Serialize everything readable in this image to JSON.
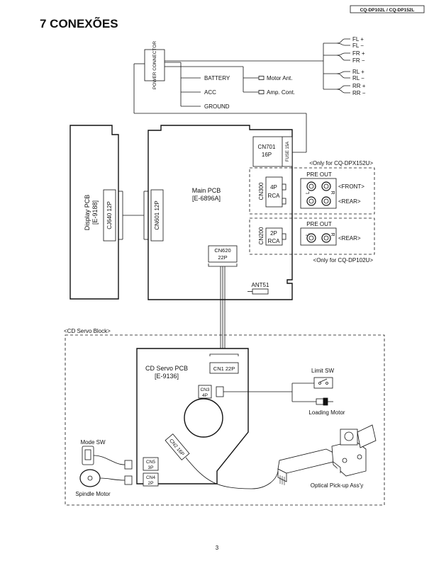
{
  "header": {
    "model_tag": "CQ-DP102L / CQ-DP152L",
    "section_title": "7 CONEXÕES",
    "page_number": "3"
  },
  "power": {
    "connector_label": "POWER CONNECTOR",
    "battery": "BATTERY",
    "acc": "ACC",
    "ground": "GROUND",
    "motor_ant": "Motor Ant.",
    "amp_cont": "Amp. Cont.",
    "speakers": [
      "FL +",
      "FL −",
      "FR +",
      "FR −",
      "RL +",
      "RL −",
      "RR +",
      "RR −"
    ]
  },
  "display_pcb": {
    "name": "Display PCB",
    "code": "[E-9188]",
    "connector": "CJ640  12P"
  },
  "main_pcb": {
    "name": "Main PCB",
    "code": "[E-6896A]",
    "cn701_name": "CN701",
    "cn701_pins": "16P",
    "fuse": "FUSE 15A",
    "cn601": "CN601  12P",
    "cn620_name": "CN620",
    "cn620_pins": "22P",
    "ant51": "ANT51"
  },
  "pre_out_152": {
    "note": "<Only for CQ-DPX152U>",
    "cn": "CN300",
    "pins": "4P",
    "type": "RCA",
    "title": "PRE OUT",
    "front": "<FRONT>",
    "rear": "<REAR>",
    "l": "L",
    "r": "R"
  },
  "pre_out_102": {
    "note": "<Only for CQ-DP102U>",
    "cn": "CN200",
    "pins": "2P",
    "type": "RCA",
    "title": "PRE OUT",
    "rear": "<REAR>",
    "l": "L",
    "r": "R"
  },
  "cd_servo": {
    "block_label": "<CD Servo Block>",
    "pcb_name": "CD Servo PCB",
    "pcb_code": "[E-9136]",
    "cn1": "CN1 22P",
    "cn3_name": "CN3",
    "cn3_pins": "4P",
    "cn2": "CN2 16P",
    "cn5_name": "CN5",
    "cn5_pins": "3P",
    "cn4_name": "CN4",
    "cn4_pins": "2P",
    "limit_sw": "Limit SW",
    "loading_motor": "Loading Motor",
    "mode_sw": "Mode SW",
    "spindle_motor": "Spindle Motor",
    "pickup": "Optical Pick-up Ass'y"
  }
}
